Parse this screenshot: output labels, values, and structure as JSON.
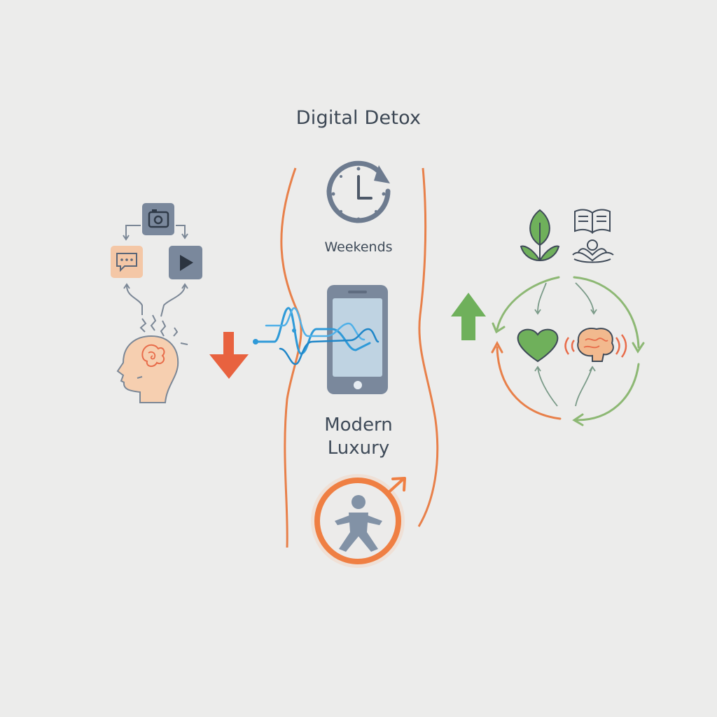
{
  "diagram": {
    "title": "Digital Detox",
    "center": {
      "clock_caption": "Weekends",
      "phone_caption_line1": "Modern",
      "phone_caption_line2": "Luxury"
    },
    "icons": {
      "left": [
        "camera-icon",
        "chat-bubble-icon",
        "play-button-icon",
        "overloaded-head-icon",
        "down-arrow-icon"
      ],
      "center": [
        "clock-refresh-icon",
        "signal-wave-icon",
        "smartphone-icon",
        "free-person-circle-icon"
      ],
      "right": [
        "plant-sprout-icon",
        "open-book-icon",
        "meditation-icon",
        "heart-icon",
        "brain-glow-icon",
        "up-arrow-icon",
        "cycle-arrows-icon"
      ]
    },
    "colors": {
      "background": "#ececeb",
      "orange": "#e8804a",
      "red_arrow": "#e8623f",
      "green": "#8db874",
      "green_arrow": "#6fb05b",
      "blue_wave": "#2f9ad8",
      "slate": "#6d7b8f",
      "text": "#3c4754"
    }
  }
}
